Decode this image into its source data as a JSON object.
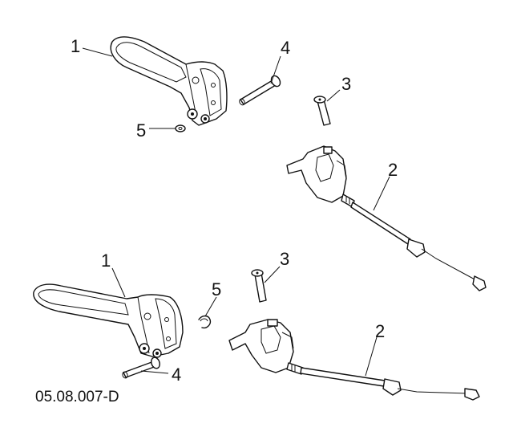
{
  "diagram": {
    "drawing_code": "05.08.007-D",
    "callouts": {
      "top_lever": "1",
      "top_pin": "4",
      "top_bolt": "3",
      "top_clip": "5",
      "top_cable": "2",
      "bottom_lever": "1",
      "bottom_bolt": "3",
      "bottom_clip": "5",
      "bottom_cable": "2",
      "bottom_pin": "4"
    }
  }
}
